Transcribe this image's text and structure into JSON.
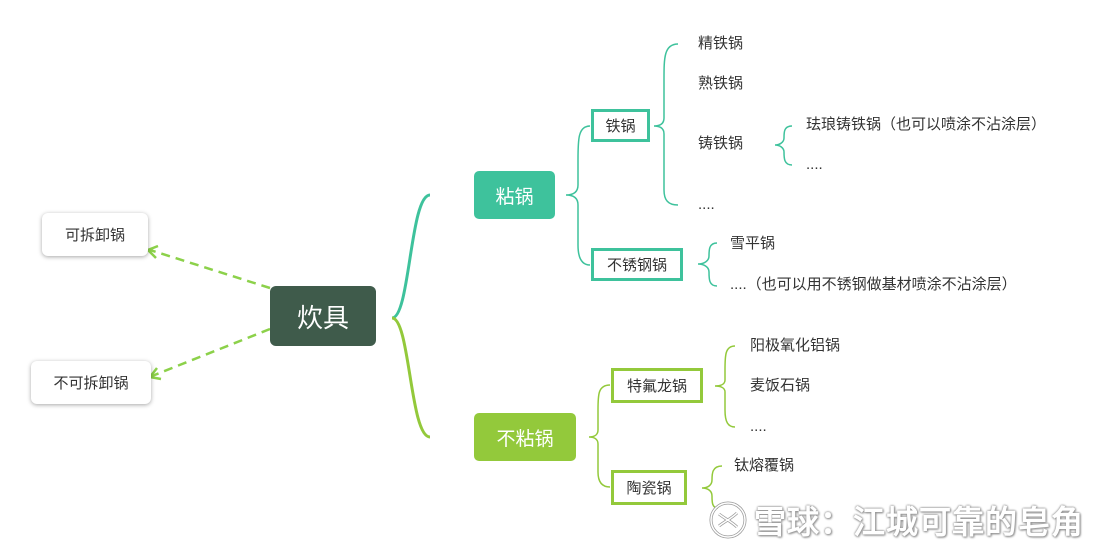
{
  "root": "炊具",
  "left_branches": [
    "可拆卸锅",
    "不可拆卸锅"
  ],
  "categories": {
    "sticky": {
      "label": "粘锅",
      "children": {
        "iron": {
          "label": "铁锅",
          "items": {
            "jing": "精铁锅",
            "shu": "熟铁锅",
            "zhu": {
              "label": "铸铁锅",
              "items": [
                "珐琅铸铁锅（也可以喷涂不沾涂层）",
                "...."
              ]
            },
            "more": "...."
          }
        },
        "stainless": {
          "label": "不锈钢锅",
          "items": [
            "雪平锅",
            "....（也可以用不锈钢做基材喷涂不沾涂层）"
          ]
        }
      }
    },
    "nonstick": {
      "label": "不粘锅",
      "children": {
        "teflon": {
          "label": "特氟龙锅",
          "items": [
            "阳极氧化铝锅",
            "麦饭石锅",
            "...."
          ]
        },
        "ceramic": {
          "label": "陶瓷锅",
          "items": [
            "钛熔覆锅"
          ]
        }
      }
    }
  },
  "watermark": "雪球：江城可靠的皂角",
  "watermark_icon": "snowball-logo-icon",
  "colors": {
    "root": "#3f5b4b",
    "sticky": "#3ec29c",
    "nonstick": "#93c93b"
  }
}
